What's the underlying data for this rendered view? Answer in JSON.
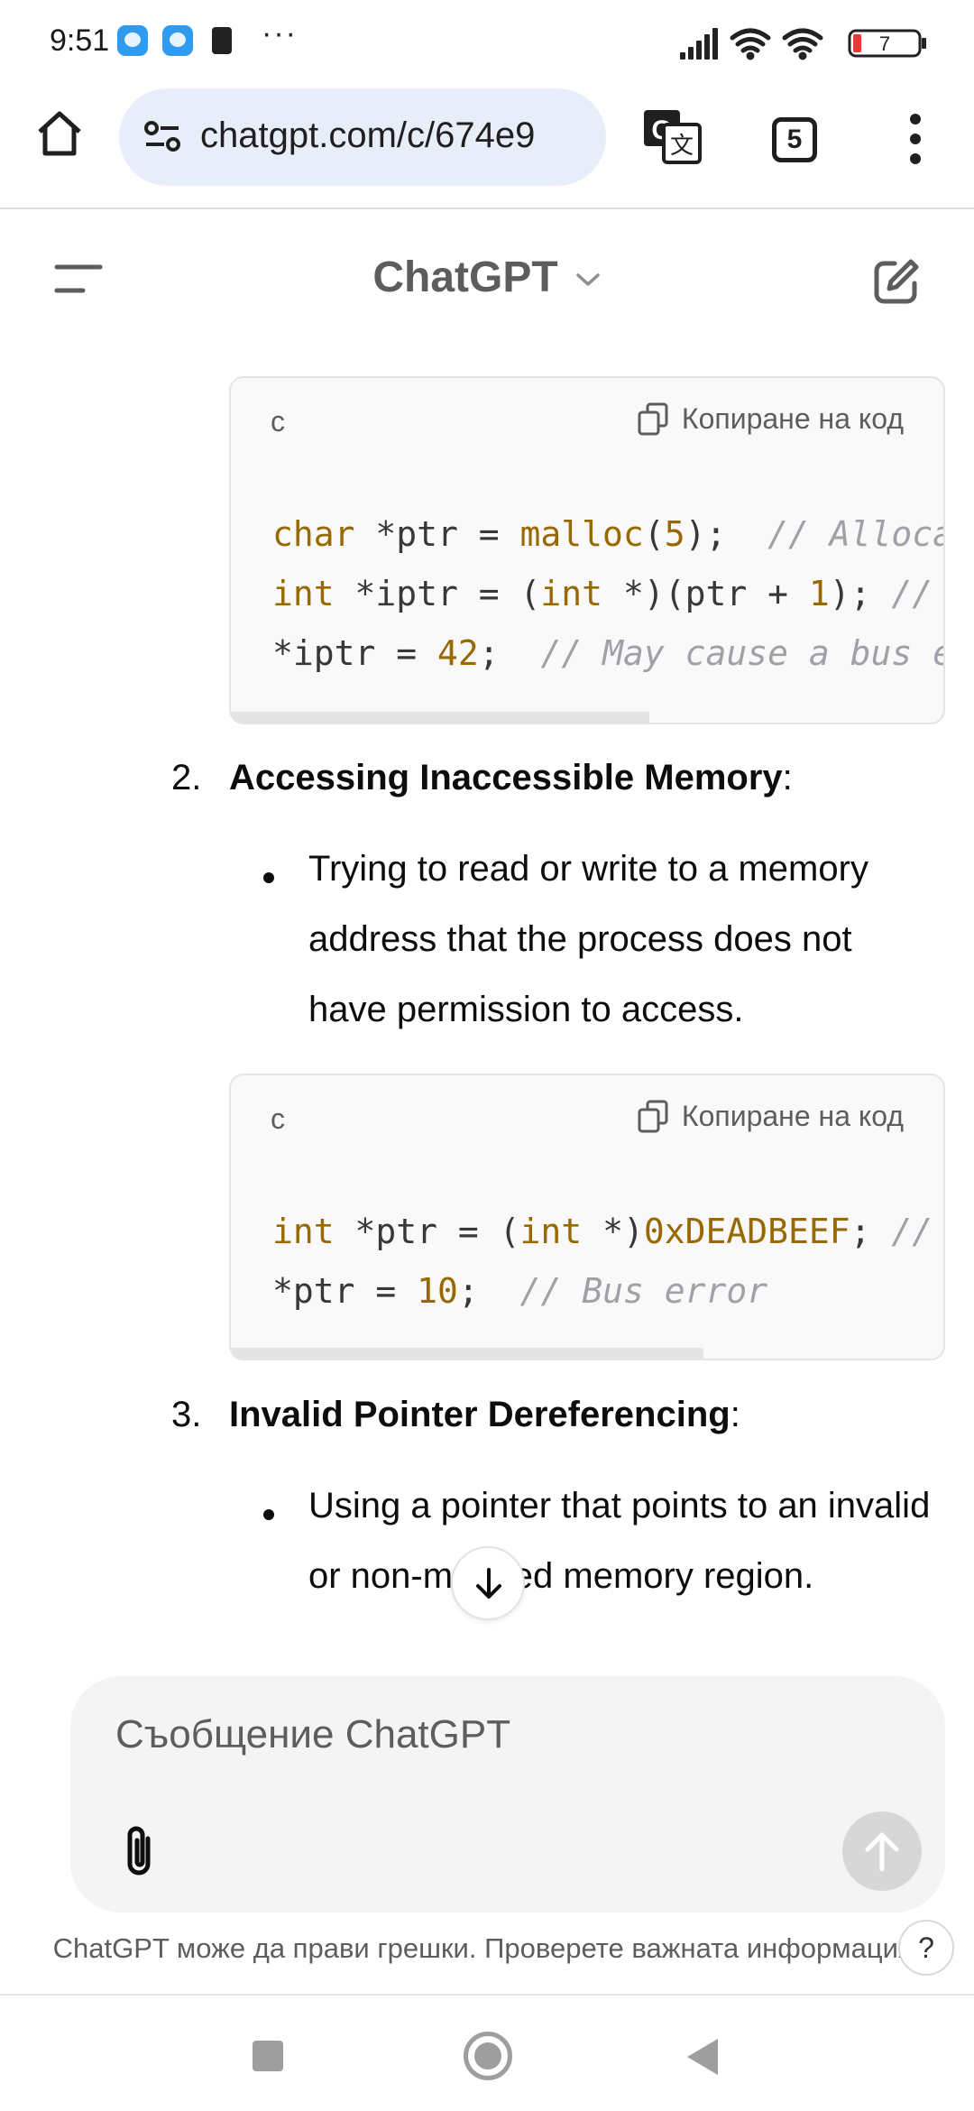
{
  "status_bar": {
    "time": "9:51",
    "more": "···",
    "battery": "7",
    "icons": [
      "app-notification-icon",
      "app-notification-icon",
      "battery-saver-icon",
      "signal-icon",
      "wifi-icon",
      "wifi-icon",
      "battery-icon"
    ]
  },
  "browser": {
    "url": "chatgpt.com/c/674e9",
    "tab_count": "5",
    "icons": [
      "home-icon",
      "site-settings-icon",
      "translate-icon",
      "more-vert-icon"
    ]
  },
  "header": {
    "title": "ChatGPT",
    "icons": [
      "sidebar-menu-icon",
      "chevron-down-icon",
      "new-chat-icon"
    ]
  },
  "code_blocks": [
    {
      "lang": "c",
      "copy_label": "Копиране на код",
      "lines": [
        [
          {
            "t": "char",
            "c": "tk-type"
          },
          {
            "t": " *ptr = "
          },
          {
            "t": "malloc",
            "c": "tk-func"
          },
          {
            "t": "("
          },
          {
            "t": "5",
            "c": "tk-num"
          },
          {
            "t": ");  "
          },
          {
            "t": "// Alloca",
            "c": "tk-com"
          }
        ],
        [
          {
            "t": "int",
            "c": "tk-type"
          },
          {
            "t": " *iptr = ("
          },
          {
            "t": "int",
            "c": "tk-type"
          },
          {
            "t": " *)(ptr + "
          },
          {
            "t": "1",
            "c": "tk-num"
          },
          {
            "t": "); "
          },
          {
            "t": "// ",
            "c": "tk-com"
          }
        ],
        [
          {
            "t": "*iptr = "
          },
          {
            "t": "42",
            "c": "tk-num"
          },
          {
            "t": ";  "
          },
          {
            "t": "// May cause a bus e",
            "c": "tk-com"
          }
        ]
      ]
    },
    {
      "lang": "c",
      "copy_label": "Копиране на код",
      "lines": [
        [
          {
            "t": "int",
            "c": "tk-type"
          },
          {
            "t": " *ptr = ("
          },
          {
            "t": "int",
            "c": "tk-type"
          },
          {
            "t": " *)"
          },
          {
            "t": "0xDEADBEEF",
            "c": "tk-num"
          },
          {
            "t": "; "
          },
          {
            "t": "//",
            "c": "tk-com"
          }
        ],
        [
          {
            "t": "*ptr = "
          },
          {
            "t": "10",
            "c": "tk-num"
          },
          {
            "t": ";  "
          },
          {
            "t": "// Bus error",
            "c": "tk-com"
          }
        ]
      ]
    }
  ],
  "list": [
    {
      "number": "2.",
      "heading": "Accessing Inaccessible Memory",
      "suffix": ":",
      "bullet": "Trying to read or write to a memory address that the process does not have permission to access."
    },
    {
      "number": "3.",
      "heading": "Invalid Pointer Dereferencing",
      "suffix": ":",
      "bullet": "Using a pointer that points to an invalid or non-mapped memory region."
    }
  ],
  "composer": {
    "placeholder": "Съобщение ChatGPT",
    "icons": [
      "attach-icon",
      "send-icon",
      "arrow-down-icon"
    ]
  },
  "disclaimer": "ChatGPT може да прави грешки. Проверете важната информация.",
  "help": "?",
  "nav": {
    "icons": [
      "recents-icon",
      "home-circle-icon",
      "back-icon"
    ]
  },
  "colors": {
    "url_bar_bg": "#e8eef9",
    "code_keyword": "#986801",
    "code_comment": "#a0a1a7",
    "battery_low": "#e53935"
  }
}
